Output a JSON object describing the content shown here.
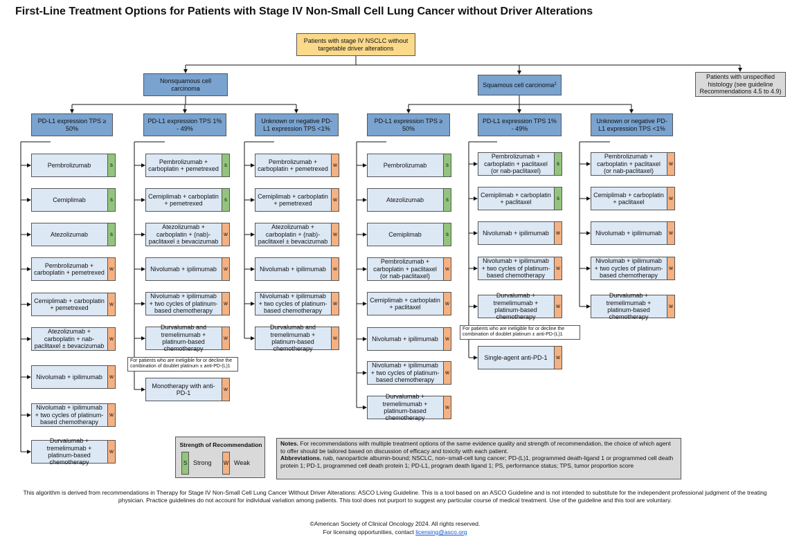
{
  "title": "First-Line Treatment Options for Patients with Stage IV Non-Small Cell Lung Cancer without Driver Alterations",
  "root": "Patients with stage IV NSCLC without targetable driver alterations",
  "histology": {
    "nonsquamous": "Nonsquamous cell carcinoma",
    "squamous": "Squamous cell carcinoma",
    "squamous_sup": "2",
    "unspecified": "Patients with unspecified histology (see guideline Recommendations 4.5 to 4.9)"
  },
  "pdl1": {
    "high": "PD-L1 expression TPS ≥ 50%",
    "mid": "PD-L1 expression TPS 1% - 49%",
    "neg": "Unknown or negative PD-L1 expression TPS <1%"
  },
  "columns": {
    "ns_high": [
      {
        "label": "Pembrolizumab",
        "strength": "S"
      },
      {
        "label": "Cemiplimab",
        "strength": "S"
      },
      {
        "label": "Atezolizumab",
        "strength": "S"
      },
      {
        "label": "Pembrolizumab + carboplatin + pemetrexed",
        "strength": "W"
      },
      {
        "label": "Cemiplimab + carboplatin + pemetrexed",
        "strength": "W"
      },
      {
        "label": "Atezolizumab + carboplatin + nab-paclitaxel ± bevacizumab",
        "strength": "W"
      },
      {
        "label": "Nivolumab + ipilimumab",
        "strength": "W"
      },
      {
        "label": "Nivolumab + ipilimumab + two cycles of platinum-based chemotherapy",
        "strength": "W"
      },
      {
        "label": "Durvalumab + tremelimumab + platinum-based chemotherapy",
        "strength": "W"
      }
    ],
    "ns_mid": [
      {
        "label": "Pembrolizumab + carboplatin + pemetrexed",
        "strength": "S"
      },
      {
        "label": "Cemiplimab + carboplatin + pemetrexed",
        "strength": "S"
      },
      {
        "label": "Atezolizumab + carboplatin + (nab)-paclitaxel ± bevacizumab",
        "strength": "W"
      },
      {
        "label": "Nivolumab + ipilimumab",
        "strength": "W"
      },
      {
        "label": "Nivolumab + ipilimumab + two cycles of platinum-based chemotherapy",
        "strength": "W"
      },
      {
        "label": "Durvalumab and tremelimumab + platinum-based chemotherapy",
        "strength": "W"
      }
    ],
    "ns_mid_extra": {
      "label": "Monotherapy with anti-PD-1",
      "strength": "W"
    },
    "ns_neg": [
      {
        "label": "Pembrolizumab + carboplatin + pemetrexed",
        "strength": "W"
      },
      {
        "label": "Cemiplimab + carboplatin + pemetrexed",
        "strength": "W"
      },
      {
        "label": "Atezolizumab + carboplatin + (nab)-paclitaxel ± bevacizumab",
        "strength": "W"
      },
      {
        "label": "Nivolumab + ipilimumab",
        "strength": "W"
      },
      {
        "label": "Nivolumab + ipilimumab + two cycles of platinum-based chemotherapy",
        "strength": "W"
      },
      {
        "label": "Durvalumab and tremelimumab + platinum-based chemotherapy",
        "strength": "W"
      }
    ],
    "sq_high": [
      {
        "label": "Pembrolizumab",
        "strength": "S"
      },
      {
        "label": "Atezolizumab",
        "strength": "S"
      },
      {
        "label": "Cemiplimab",
        "strength": "S"
      },
      {
        "label": "Pembrolizumab + carboplatin + paclitaxel (or nab-paclitaxel)",
        "strength": "W"
      },
      {
        "label": "Cemiplimab + carboplatin + paclitaxel",
        "strength": "W"
      },
      {
        "label": "Nivolumab + ipilimumab",
        "strength": "W"
      },
      {
        "label": "Nivolumab + ipilimumab + two cycles of platinum-based chemotherapy",
        "strength": "W"
      },
      {
        "label": "Durvalumab + tremelimumab + platinum-based chemotherapy",
        "strength": "W"
      }
    ],
    "sq_mid": [
      {
        "label": "Pembrolizumab + carboplatin + paclitaxel (or nab-paclitaxel)",
        "strength": "S"
      },
      {
        "label": "Cemiplimab + carboplatin + paclitaxel",
        "strength": "S"
      },
      {
        "label": "Nivolumab + ipilimumab",
        "strength": "W"
      },
      {
        "label": "Nivolumab + ipilimumab + two cycles of platinum-based chemotherapy",
        "strength": "W"
      },
      {
        "label": "Durvalumab + tremelimumab + platinum-based chemotherapy",
        "strength": "W"
      }
    ],
    "sq_mid_extra": {
      "label": "Single-agent anti-PD-1",
      "strength": "W"
    },
    "sq_neg": [
      {
        "label": "Pembrolizumab + carboplatin + paclitaxel (or nab-paclitaxel)",
        "strength": "W"
      },
      {
        "label": "Cemiplimab + carboplatin + paclitaxel",
        "strength": "W"
      },
      {
        "label": "Nivolumab + ipilimumab",
        "strength": "W"
      },
      {
        "label": "Nivolumab + ipilimumab + two cycles of platinum-based chemotherapy",
        "strength": "W"
      },
      {
        "label": "Durvalumab + tremelimumab + platinum-based chemotherapy",
        "strength": "W"
      }
    ]
  },
  "ineligible_note": "For patients who are ineligible for or decline the combination of doublet platinum ± anti-PD-(L)1",
  "legend": {
    "title": "Strength of Recommendation",
    "strong_code": "S",
    "strong": "Strong",
    "weak_code": "W",
    "weak": "Weak"
  },
  "notes": {
    "notes_label": "Notes.",
    "notes_text": "For recommendations with multiple treatment options of the same evidence quality and strength of recommendation, the choice of which agent to offer should be tailored based on discussion of efficacy and toxicity with each patient.",
    "abbr_label": "Abbreviations.",
    "abbr_text": "nab, nanoparticle albumin-bound; NSCLC, non−small-cell lung cancer; PD-(L)1, programmed death-ligand 1 or programmed cell death protein 1; PD-1, programmed cell death protein 1; PD-L1, program death ligand 1; PS, performance status; TPS, tumor proportion score"
  },
  "footer": {
    "disclaimer": "This algorithm is derived from recommendations in Therapy for Stage IV Non-Small Cell Lung Cancer Without Driver Alterations: ASCO Living Guideline. This is a tool based on an ASCO Guideline and is not intended to substitute for the independent professional judgment of the treating physician. Practice guidelines do not account for individual variation among patients. This tool does not purport to suggest any particular course of medical treatment. Use of the guideline and this tool are voluntary.",
    "copyright": "©American Society of Clinical Oncology 2024.  All rights reserved.",
    "licensing_prefix": "For licensing opportunities, contact ",
    "licensing_email": "licensing@asco.org"
  },
  "colors": {
    "root": "#fbd98a",
    "header": "#7aa3cf",
    "option": "#dde8f5",
    "strong": "#93c47d",
    "weak": "#f4b183"
  }
}
